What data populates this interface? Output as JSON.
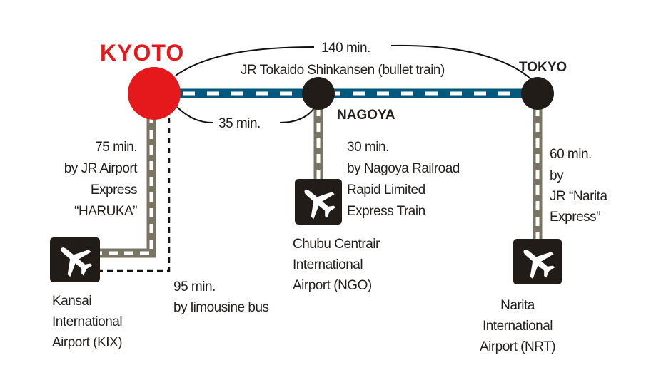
{
  "colors": {
    "kyoto": "#e5191b",
    "station": "#221c18",
    "shinkansen": "#00587f",
    "local_line": "#7a7563"
  },
  "stations": {
    "kyoto": "KYOTO",
    "nagoya": "NAGOYA",
    "tokyo": "TOKYO"
  },
  "routes": {
    "kyoto_tokyo_time": "140 min.",
    "shinkansen": "JR Tokaido Shinkansen (bullet train)",
    "kyoto_nagoya_time": "35 min.",
    "haruka": [
      "75 min.",
      "by JR Airport",
      "Express",
      "“HARUKA”"
    ],
    "bus": [
      "95 min.",
      "by limousine bus"
    ],
    "nagoya_railroad": [
      "30 min.",
      "by Nagoya Railroad",
      "Rapid Limited",
      "Express Train"
    ],
    "narita_express": [
      "60 min.",
      "by",
      "JR “Narita",
      "Express”"
    ]
  },
  "airports": {
    "kix": [
      "Kansai",
      "International",
      "Airport (KIX)"
    ],
    "ngo": [
      "Chubu Centrair",
      "International",
      "Airport (NGO)"
    ],
    "nrt": [
      "Narita",
      "International",
      "Airport (NRT)"
    ]
  },
  "icons": {
    "airport": "airplane-icon"
  }
}
